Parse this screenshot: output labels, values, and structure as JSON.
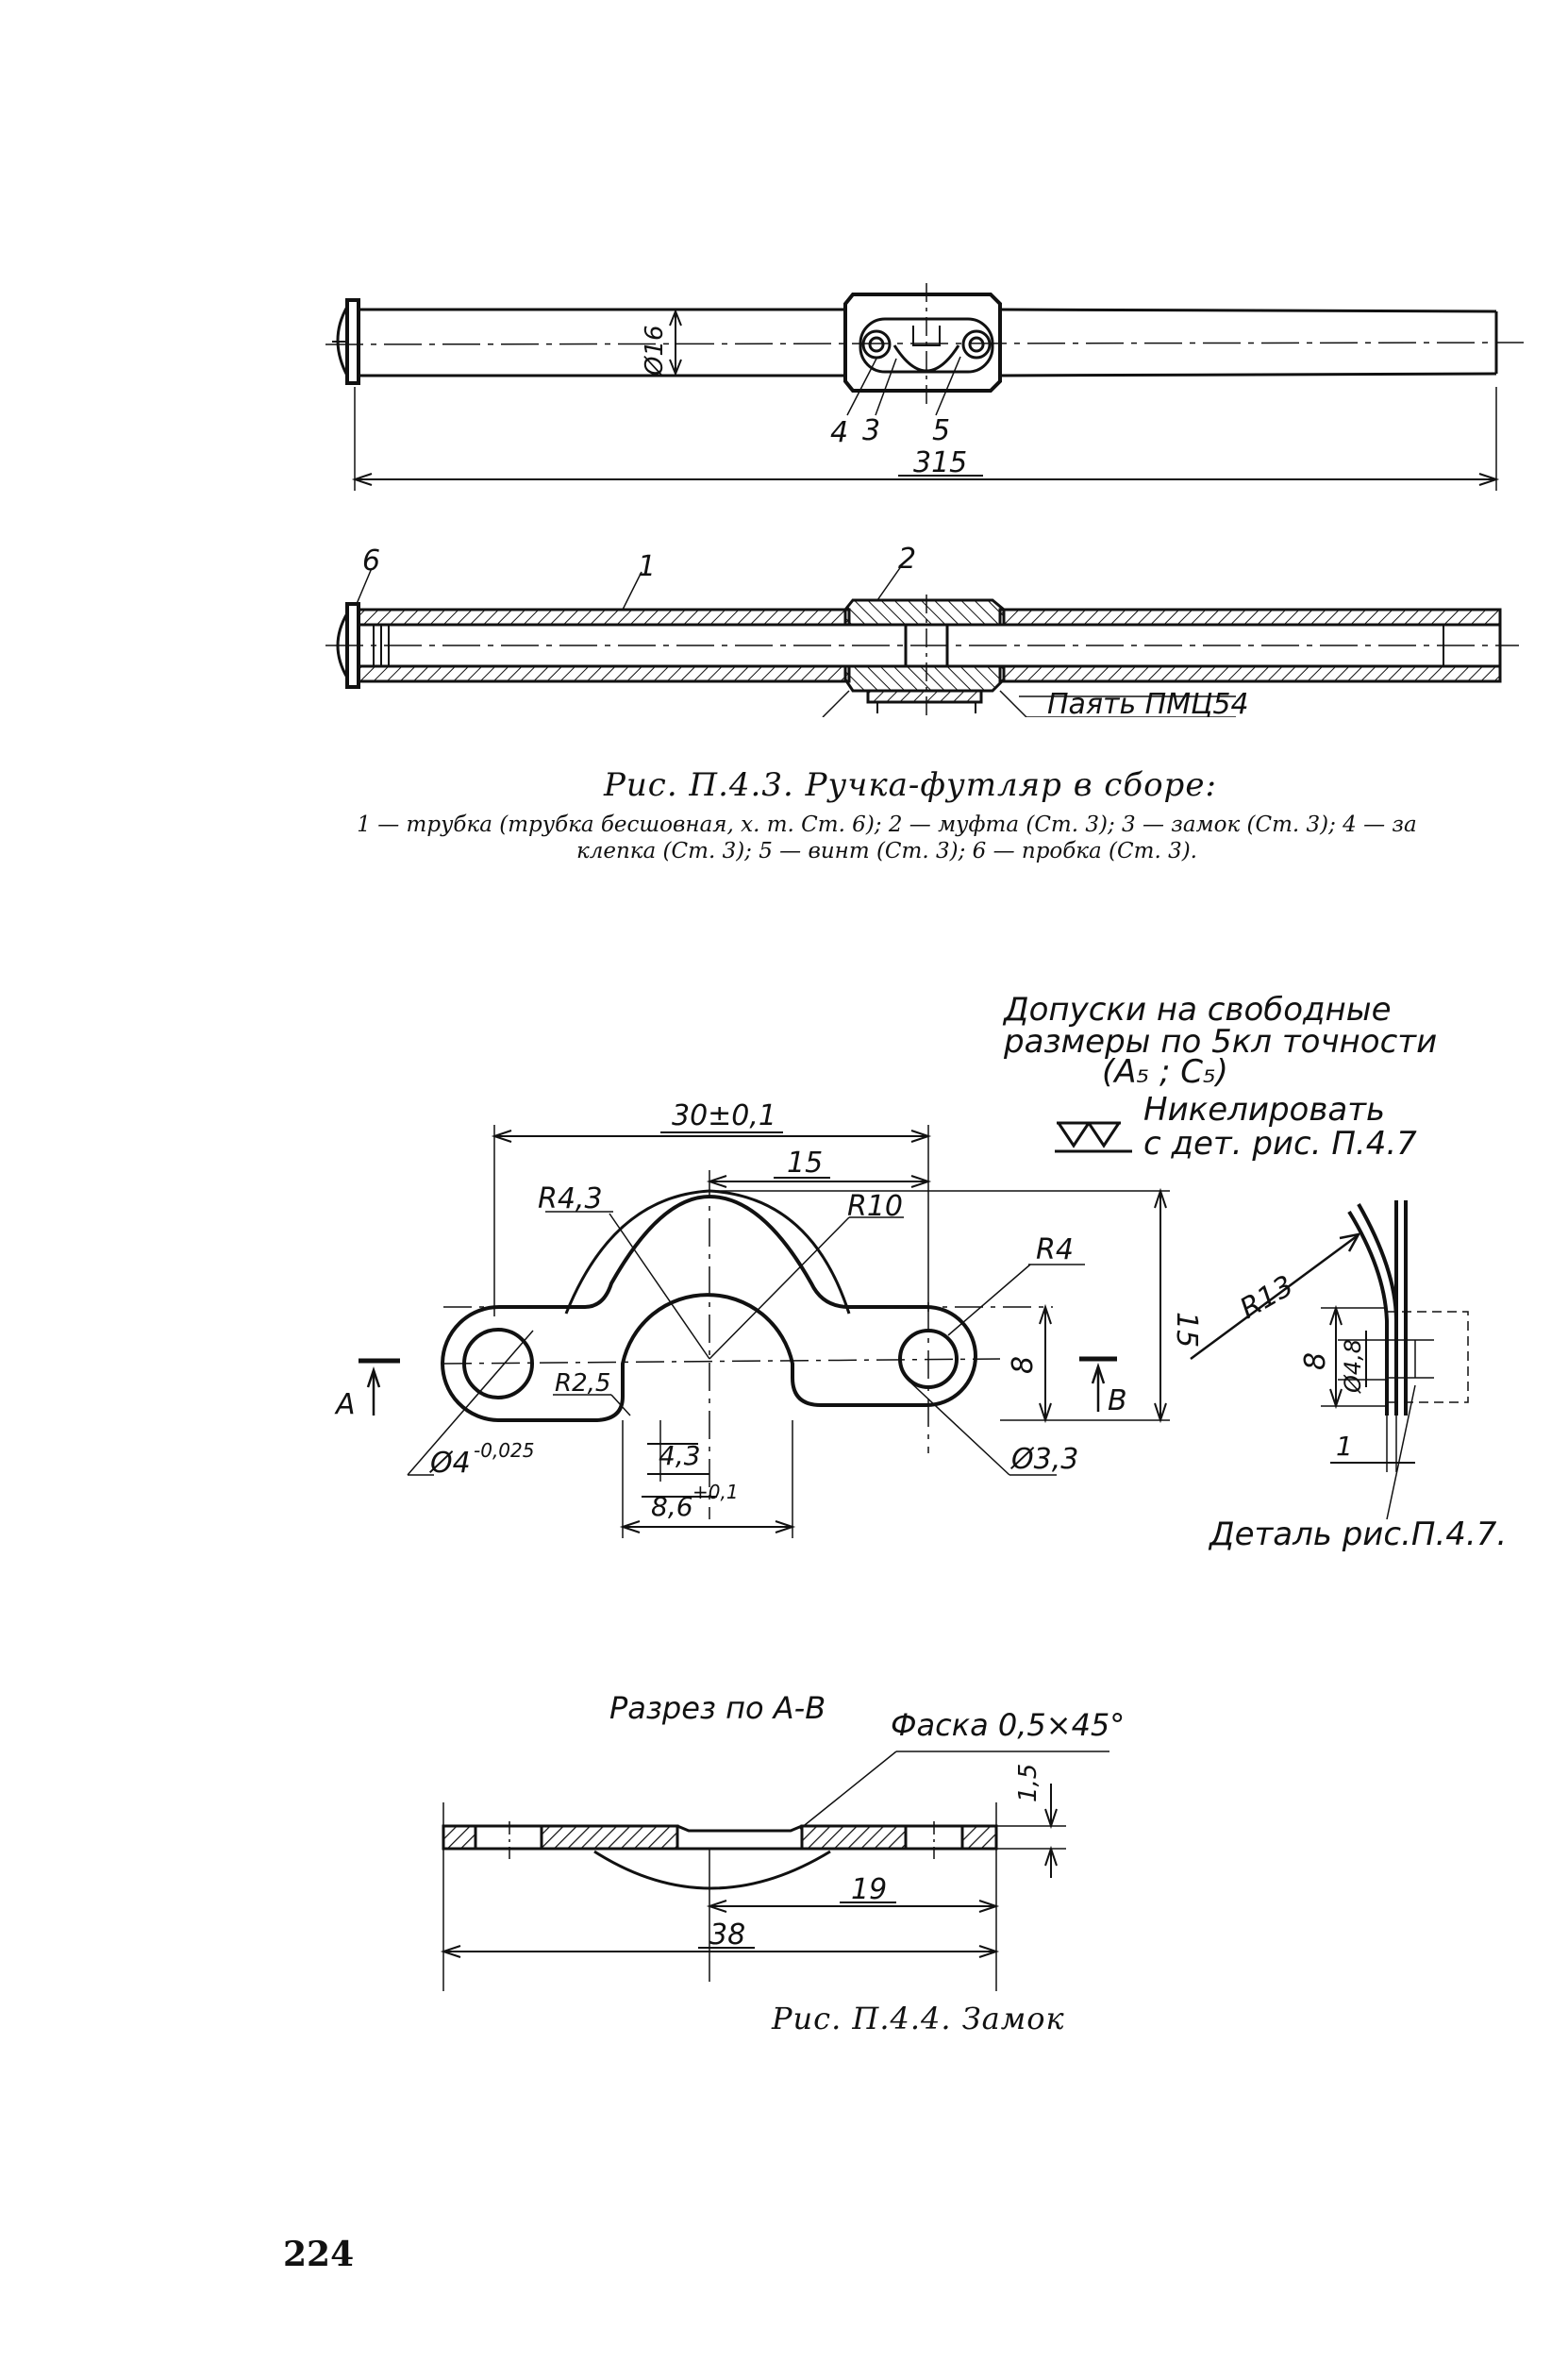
{
  "figure_p43": {
    "top_view": {
      "diameter_label": "Ø16",
      "callouts": [
        "4",
        "3",
        "5"
      ],
      "overall_length": "315"
    },
    "section_view": {
      "callouts": [
        "6",
        "1",
        "2"
      ],
      "solder_note": "Паять ПМЦ54"
    },
    "caption": {
      "title": "Рис. П.4.3. Ручка-футляр в сборе:",
      "legend_line1": "1 — трубка (трубка бесшовная, х. т. Ст. 6); 2 — муфта (Ст. 3); 3 — замок (Ст. 3); 4 — за",
      "legend_line2": "клепка (Ст. 3); 5 — винт (Ст. 3); 6 — пробка (Ст. 3)."
    }
  },
  "figure_p44": {
    "notes": {
      "tolerance_line1": "Допуски на свободные",
      "tolerance_line2": "размеры по 5кл точности",
      "tolerance_line3": "(A₅ ; C₅)",
      "finish_line1": "Никелировать",
      "finish_line2": "с дет. рис. П.4.7"
    },
    "plan_view": {
      "dim_width": "30±0,1",
      "dim_half": "15",
      "r43": "R4,3",
      "r10": "R10",
      "r4": "R4",
      "r25": "R2,5",
      "dim_height": "15",
      "dim_8": "8",
      "hole_left": "Ø4",
      "hole_left_tol": "-0,025",
      "hole_right": "Ø3,3",
      "dim_43": "4,3",
      "dim_86": "8,6",
      "dim_86_tol": "+0,1",
      "section_a": "A",
      "section_b": "B"
    },
    "side_view": {
      "r13": "R13",
      "dim_8": "8",
      "dim_48": "Ø4,8",
      "dim_1": "1",
      "detail_note": "Деталь рис.П.4.7."
    },
    "section": {
      "title": "Разрез по А-В",
      "chamfer": "Фаска 0,5×45°",
      "dim_15": "1,5",
      "dim_19": "19",
      "dim_38": "38"
    },
    "caption": "Рис. П.4.4. Замок"
  },
  "page_number": "224"
}
